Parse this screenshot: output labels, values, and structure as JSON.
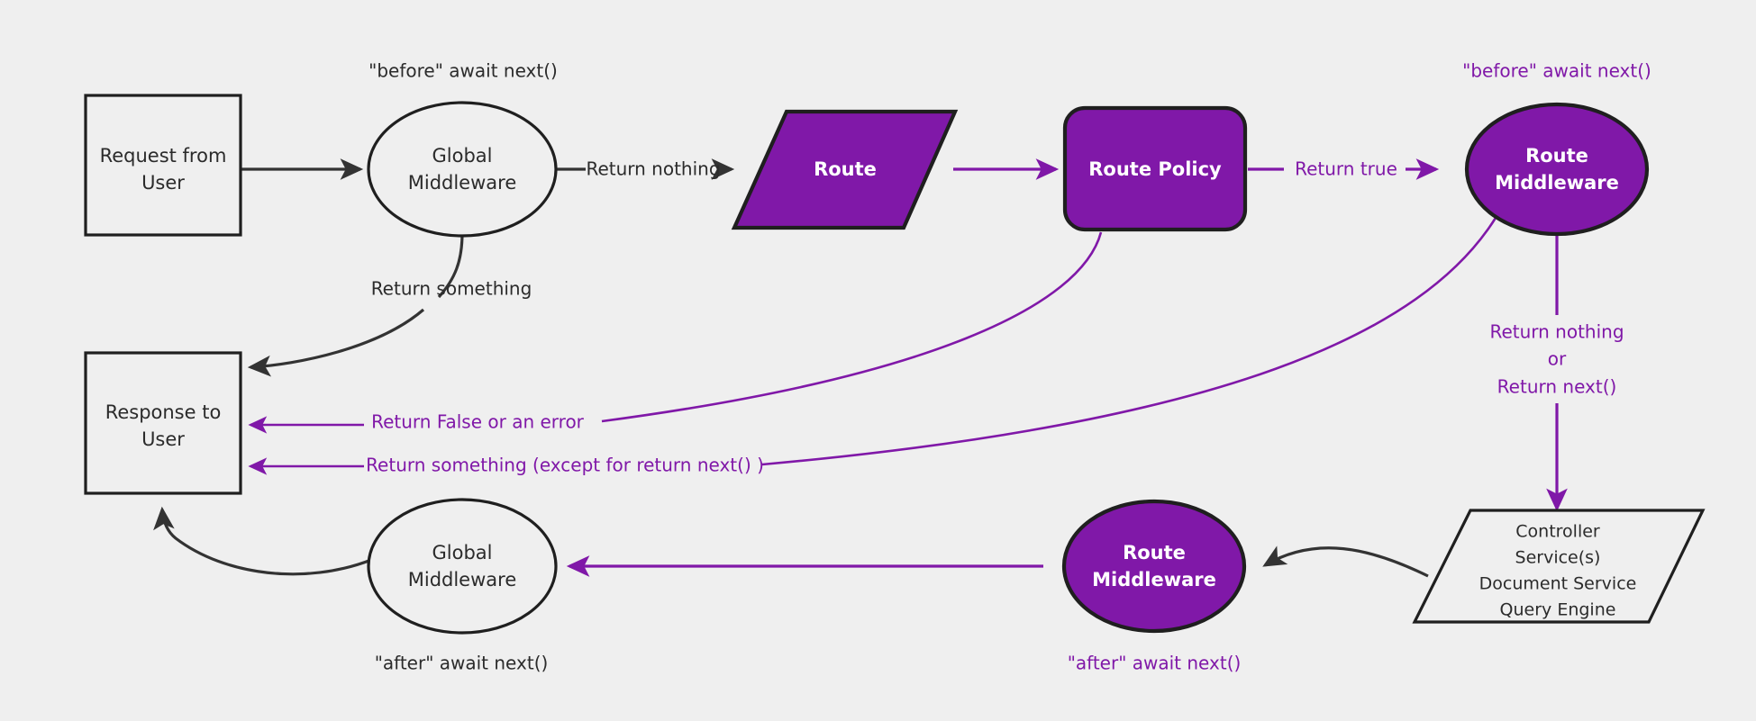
{
  "diagram": {
    "title": "Request lifecycle middleware flow",
    "background_color": "#efefef",
    "accent_color": "#8018a8",
    "dark_color": "#2b2b2b"
  },
  "nodes": {
    "request_from_user": {
      "line1": "Request from",
      "line2": "User",
      "shape": "rectangle",
      "style": "plain"
    },
    "global_middleware_top": {
      "line1": "Global",
      "line2": "Middleware",
      "shape": "ellipse",
      "style": "plain"
    },
    "route": {
      "line1": "Route",
      "shape": "parallelogram",
      "style": "purple"
    },
    "route_policy": {
      "line1": "Route Policy",
      "shape": "rounded-rect",
      "style": "purple"
    },
    "route_middleware_top": {
      "line1": "Route",
      "line2": "Middleware",
      "shape": "ellipse",
      "style": "purple"
    },
    "controller_stack": {
      "line1": "Controller",
      "line2": "Service(s)",
      "line3": "Document Service",
      "line4": "Query Engine",
      "shape": "parallelogram",
      "style": "plain"
    },
    "route_middleware_bottom": {
      "line1": "Route",
      "line2": "Middleware",
      "shape": "ellipse",
      "style": "purple"
    },
    "global_middleware_bottom": {
      "line1": "Global",
      "line2": "Middleware",
      "shape": "ellipse",
      "style": "plain"
    },
    "response_to_user": {
      "line1": "Response to",
      "line2": "User",
      "shape": "rectangle",
      "style": "plain"
    }
  },
  "annotations": {
    "before_await_next_global": {
      "text": "\"before\" await next()",
      "color": "dark"
    },
    "before_await_next_route": {
      "text": "\"before\" await next()",
      "color": "purple"
    },
    "after_await_next_global": {
      "text": "\"after\" await next()",
      "color": "dark"
    },
    "after_await_next_route": {
      "text": "\"after\" await next()",
      "color": "purple"
    }
  },
  "edge_labels": {
    "return_nothing_global": {
      "text": "Return nothing",
      "color": "dark"
    },
    "return_something_global": {
      "text": "Return something",
      "color": "dark"
    },
    "return_true": {
      "text": "Return true",
      "color": "purple"
    },
    "return_false_or_error": {
      "text": "Return False or an error",
      "color": "purple"
    },
    "return_something_except_next": {
      "text": "Return something (except for return next() )",
      "color": "purple"
    },
    "return_nothing_or_next_l1": {
      "text": "Return nothing",
      "color": "purple"
    },
    "return_nothing_or_next_l2": {
      "text": "or",
      "color": "purple"
    },
    "return_nothing_or_next_l3": {
      "text": "Return next()",
      "color": "purple"
    }
  }
}
